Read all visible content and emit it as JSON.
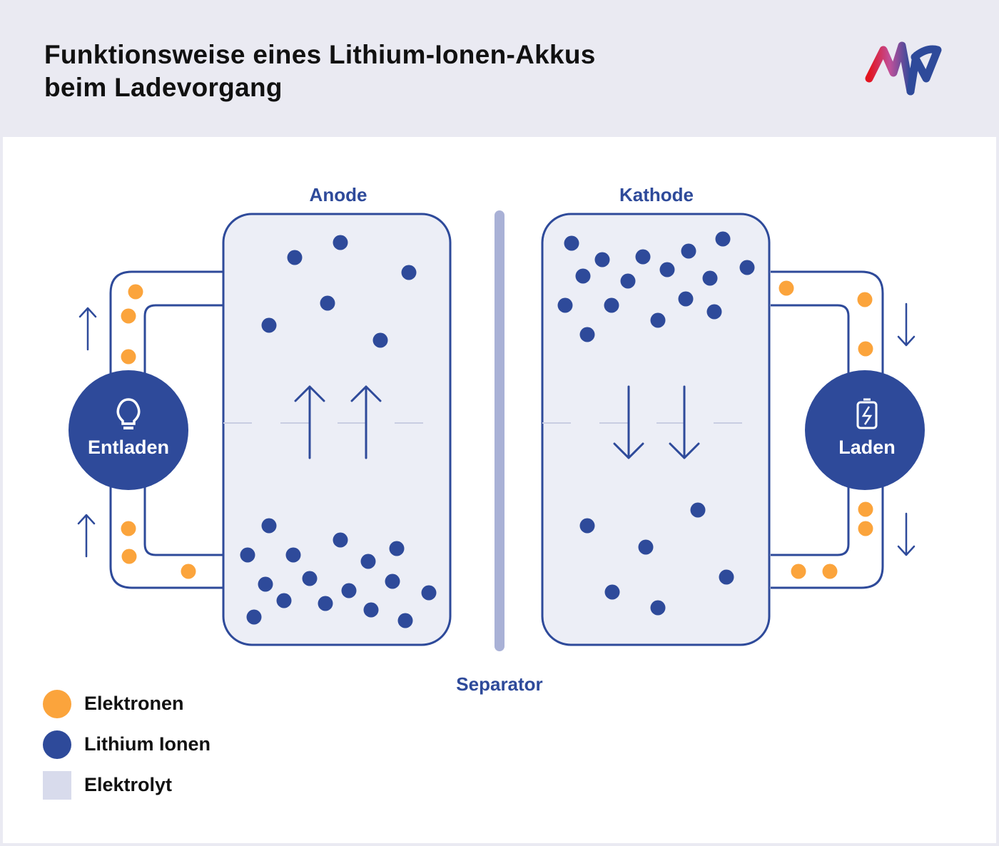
{
  "header": {
    "title_line1": "Funktionsweise eines Lithium-Ionen-Akkus",
    "title_line2": "beim Ladevorgang",
    "logo_text": "MW"
  },
  "diagram": {
    "anode_label": "Anode",
    "cathode_label": "Kathode",
    "separator_label": "Separator",
    "discharge_label": "Entladen",
    "charge_label": "Laden"
  },
  "legend": [
    {
      "label": "Elektronen",
      "color": "#fba43c"
    },
    {
      "label": "Lithium Ionen",
      "color": "#2e4a9a"
    },
    {
      "label": "Elektrolyt",
      "color": "#d8dbec"
    }
  ],
  "colors": {
    "navy": "#2e4a9a",
    "orange": "#fba43c",
    "electrolyte": "#eceef6",
    "separator": "#a9b1d6"
  }
}
